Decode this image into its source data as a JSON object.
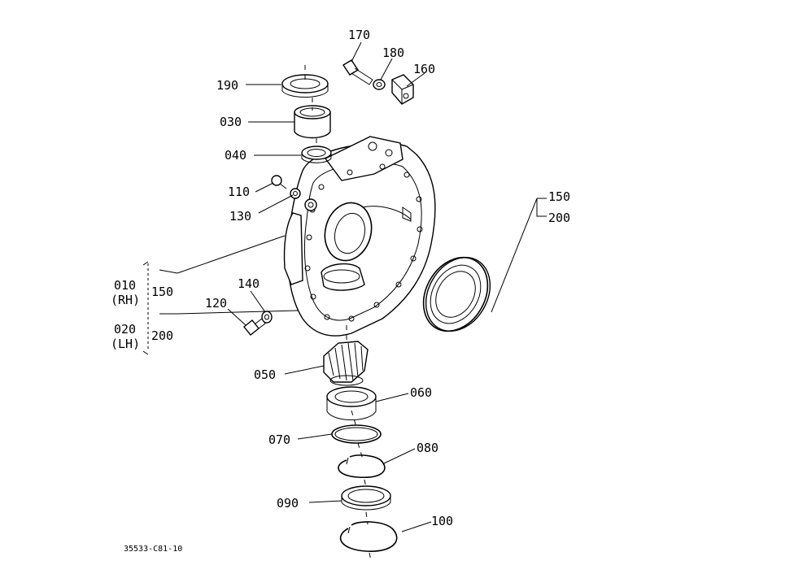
{
  "diagram": {
    "callouts": {
      "p190": "190",
      "p030": "030",
      "p040": "040",
      "p110": "110",
      "p130": "130",
      "p170": "170",
      "p180": "180",
      "p160": "160",
      "p150a": "150",
      "p200a": "200",
      "p010": "010",
      "p_rh": "(RH)",
      "p150b": "150",
      "p020": "020",
      "p_lh": "(LH)",
      "p200b": "200",
      "p140": "140",
      "p120": "120",
      "p050": "050",
      "p060": "060",
      "p070": "070",
      "p080": "080",
      "p090": "090",
      "p100": "100"
    },
    "drawing_code": "35533-C81-10"
  }
}
